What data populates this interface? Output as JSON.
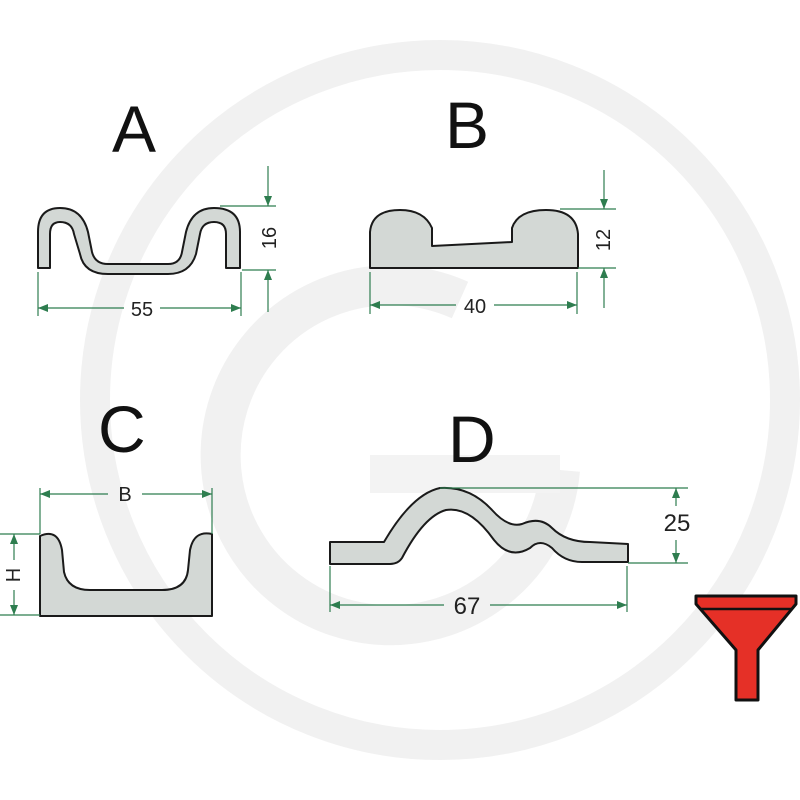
{
  "profiles": {
    "a": {
      "label": "A",
      "width": "55",
      "height": "16"
    },
    "b": {
      "label": "B",
      "width": "40",
      "height": "12"
    },
    "c": {
      "label": "C",
      "width": "B",
      "height": "H"
    },
    "d": {
      "label": "D",
      "width": "67",
      "height": "25"
    }
  },
  "colors": {
    "profile_fill": "#d3d8d5",
    "dimension_line": "#2e7d4f",
    "funnel": "#e53027",
    "watermark": "#f1f1f1"
  },
  "icons": {
    "funnel": "funnel-icon",
    "watermark": "g-logo-watermark"
  }
}
